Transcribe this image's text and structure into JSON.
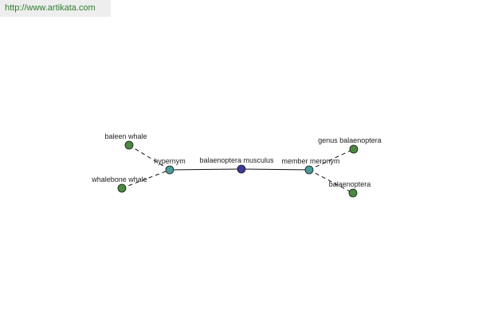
{
  "site": {
    "url": "http://www.artikata.com",
    "url_color": "#2e7d2e"
  },
  "graph": {
    "nodes": [
      {
        "id": "center",
        "label": "balaenoptera musculus",
        "role": "center",
        "color": "#3a3a9a"
      },
      {
        "id": "hypernym",
        "label": "hypernym",
        "role": "relation",
        "color": "#4a9a9a"
      },
      {
        "id": "member-meronym",
        "label": "member meronym",
        "role": "relation",
        "color": "#4a9a9a"
      },
      {
        "id": "baleen-whale",
        "label": "baleen whale",
        "role": "term",
        "color": "#4a8a3e"
      },
      {
        "id": "whalebone-whale",
        "label": "whalebone whale",
        "role": "term",
        "color": "#4a8a3e"
      },
      {
        "id": "genus-balaenoptera",
        "label": "genus balaenoptera",
        "role": "term",
        "color": "#4a8a3e"
      },
      {
        "id": "balaenoptera",
        "label": "balaenoptera",
        "role": "term",
        "color": "#4a8a3e"
      }
    ],
    "edges": [
      {
        "from": "hypernym",
        "to": "center",
        "style": "solid"
      },
      {
        "from": "center",
        "to": "member-meronym",
        "style": "solid"
      },
      {
        "from": "baleen-whale",
        "to": "hypernym",
        "style": "dashed"
      },
      {
        "from": "whalebone-whale",
        "to": "hypernym",
        "style": "dashed"
      },
      {
        "from": "member-meronym",
        "to": "genus-balaenoptera",
        "style": "dashed"
      },
      {
        "from": "member-meronym",
        "to": "balaenoptera",
        "style": "dashed"
      }
    ]
  }
}
